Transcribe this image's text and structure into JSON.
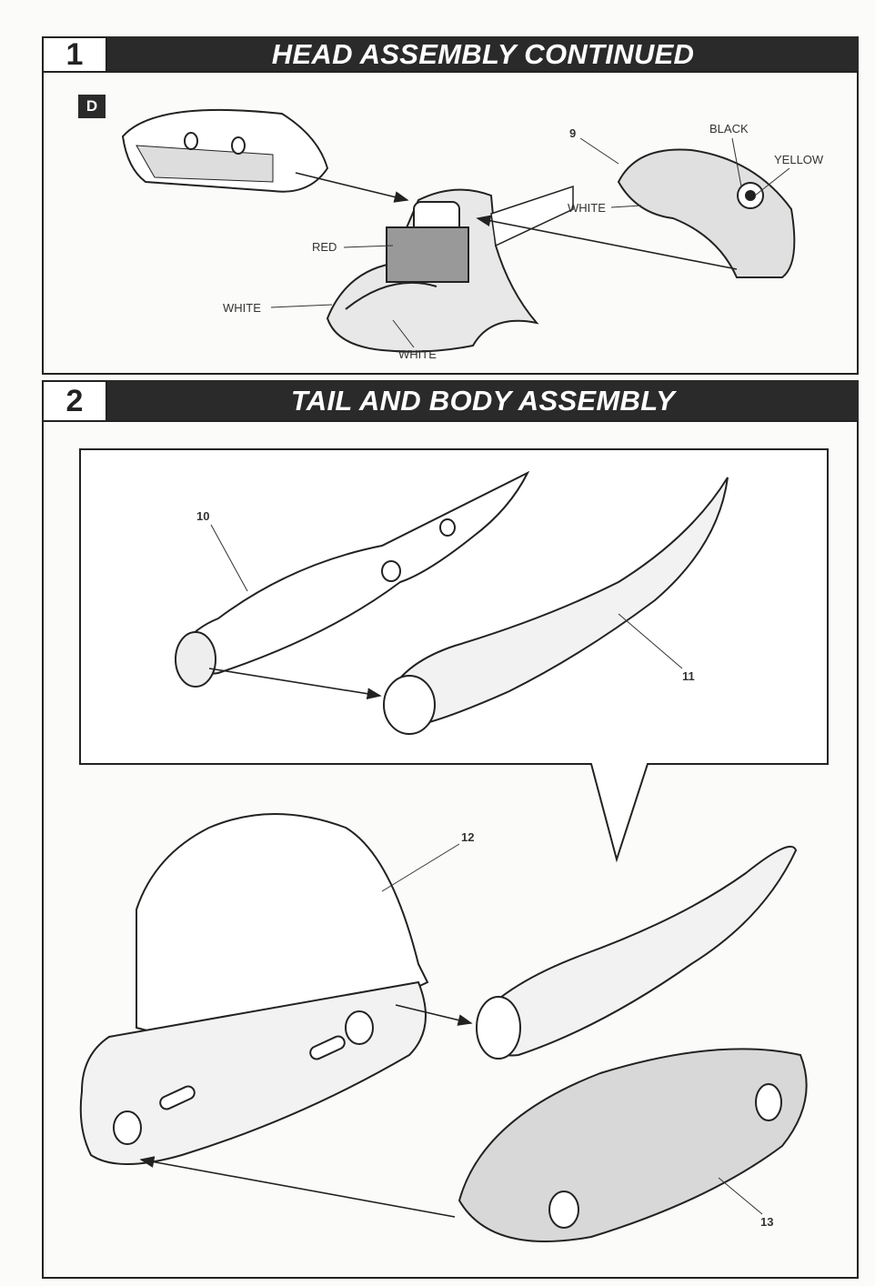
{
  "steps": [
    {
      "number": "1",
      "title": "HEAD ASSEMBLY CONTINUED",
      "sub_badge": "D",
      "labels": {
        "part_9": "9",
        "black": "BLACK",
        "yellow": "YELLOW",
        "white_head": "WHITE",
        "red": "RED",
        "white_jaw": "WHITE",
        "white_bottom": "WHITE"
      }
    },
    {
      "number": "2",
      "title": "TAIL AND BODY ASSEMBLY",
      "labels": {
        "part_10": "10",
        "part_11": "11",
        "part_12": "12",
        "part_13": "13"
      }
    }
  ],
  "colors": {
    "bar": "#2a2a2a",
    "line": "#222222",
    "paper": "#fbfbf9"
  }
}
